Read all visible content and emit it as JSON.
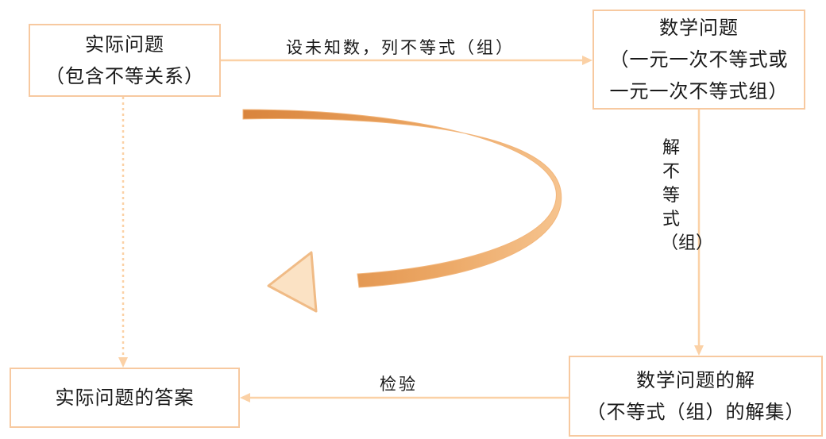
{
  "nodes": {
    "real_problem": {
      "line1": "实际问题",
      "line2": "（包含不等关系）"
    },
    "math_problem": {
      "line1": "数学问题",
      "line2": "（一元一次不等式或",
      "line3": "一元一次不等式组）"
    },
    "math_solution": {
      "line1": "数学问题的解",
      "line2": "（不等式（组）的解集）"
    },
    "real_answer": {
      "line1": "实际问题的答案"
    }
  },
  "edges": {
    "real_to_math": "设未知数，列不等式（组）",
    "math_to_solution": "解不等式（组）",
    "solution_to_answer": "检验"
  },
  "colors": {
    "border": "#f7c9a0",
    "arrow_line": "#fbd1a6",
    "curved_arrow": "#e9a25e",
    "curved_arrow_light": "#fbe2c4"
  }
}
